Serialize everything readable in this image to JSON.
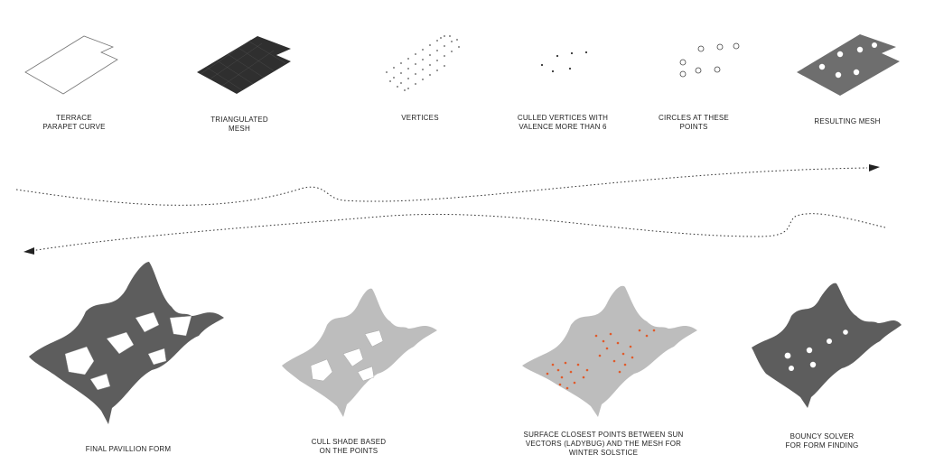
{
  "top_steps": [
    {
      "lines": [
        "TERRACE",
        "PARAPET CURVE"
      ]
    },
    {
      "lines": [
        "TRIANGULATED",
        "MESH"
      ]
    },
    {
      "lines": [
        "VERTICES"
      ]
    },
    {
      "lines": [
        "CULLED VERTICES WITH",
        "VALENCE MORE THAN 6"
      ]
    },
    {
      "lines": [
        "CIRCLES AT THESE",
        "POINTS"
      ]
    },
    {
      "lines": [
        "RESULTING MESH"
      ]
    }
  ],
  "bottom_steps": [
    {
      "lines": [
        "FINAL PAVILLION FORM"
      ]
    },
    {
      "lines": [
        "CULL SHADE BASED",
        "ON THE POINTS"
      ]
    },
    {
      "lines": [
        "SURFACE CLOSEST POINTS BETWEEN SUN",
        "VECTORS (LADYBUG) AND THE MESH FOR",
        "WINTER SOLSTICE"
      ]
    },
    {
      "lines": [
        "BOUNCY SOLVER",
        "FOR FORM FINDING"
      ]
    }
  ],
  "colors": {
    "mesh_dark": "#3d3d3d",
    "mesh_mid": "#6e6e6e",
    "mesh_light": "#bdbdbd",
    "highlight": "#e05a2b",
    "flow_arrow": "#333333"
  }
}
